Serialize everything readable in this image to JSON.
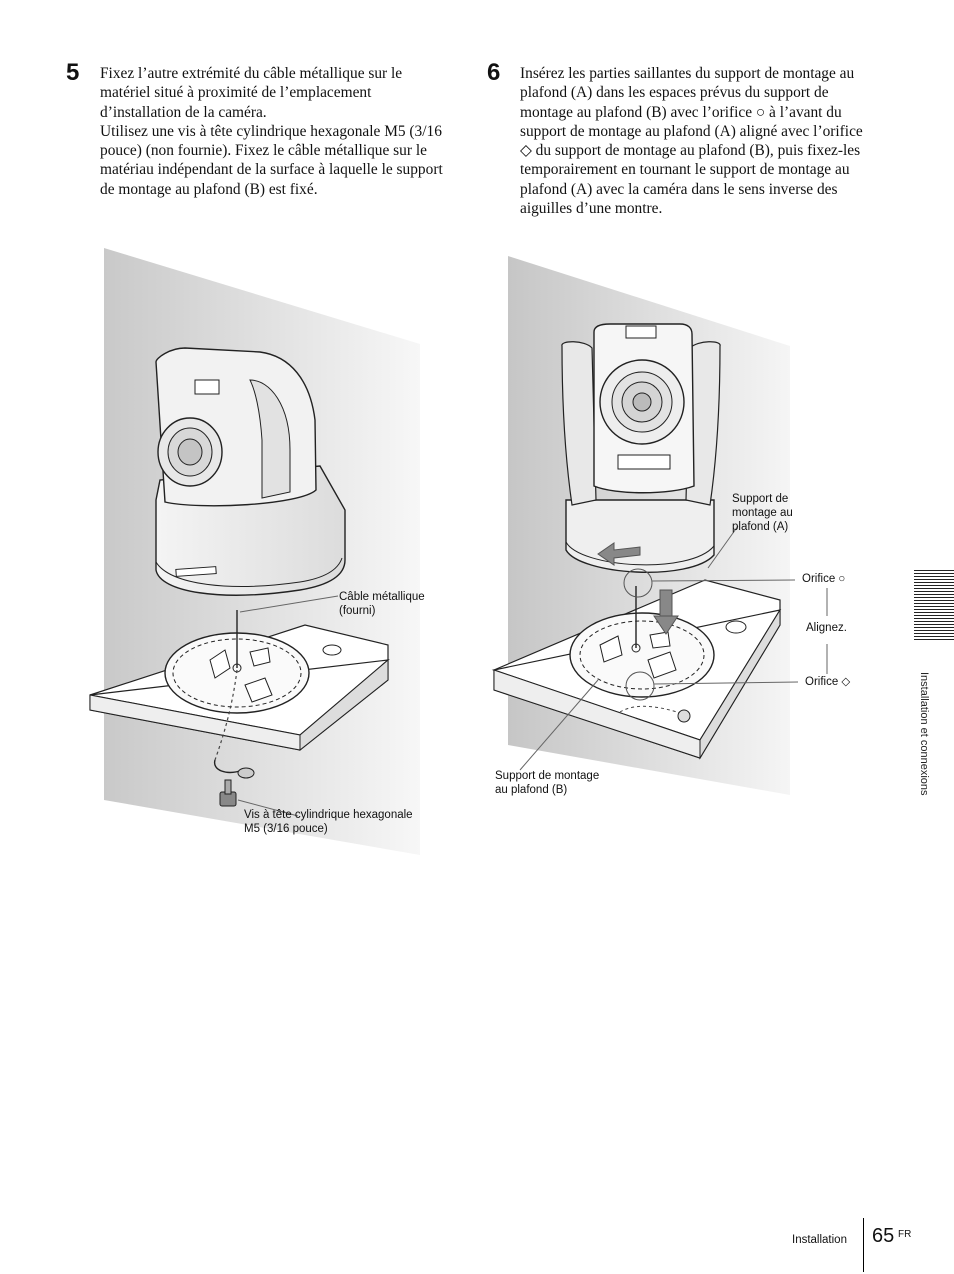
{
  "step5": {
    "number": "5",
    "paragraph1": "Fixez l’autre extrémité du câble métallique sur le matériel situé à proximité de l’emplacement d’installation de la caméra.",
    "paragraph2": "Utilisez une vis à tête cylindrique hexagonale M5 (3/16 pouce) (non fournie). Fixez le câble métallique sur le matériau indépendant de la surface à laquelle le support de montage au plafond (B) est fixé.",
    "labels": {
      "cable_line1": "Câble métallique",
      "cable_line2": "(fourni)",
      "screw_line1": "Vis à tête cylindrique hexagonale",
      "screw_line2": "M5 (3/16 pouce)"
    }
  },
  "step6": {
    "number": "6",
    "paragraph": "Insérez les parties saillantes du support de montage au plafond (A) dans les espaces prévus du support de montage au plafond (B) avec l’orifice ○ à l’avant du support de montage au plafond (A) aligné avec l’orifice ◇ du support de montage au plafond (B), puis fixez-les temporairement en tournant le support de montage au plafond (A) avec la caméra dans le sens inverse des aiguilles d’une montre.",
    "labels": {
      "bracket_a_line1": "Support de",
      "bracket_a_line2": "montage au",
      "bracket_a_line3": "plafond (A)",
      "orifice_circle": "Orifice ○",
      "align": "Alignez.",
      "orifice_diamond": "Orifice ◇",
      "bracket_b_line1": "Support de montage",
      "bracket_b_line2": "au plafond (B)"
    }
  },
  "sidebar": {
    "section": "Installation et connexions"
  },
  "footer": {
    "section": "Installation",
    "page": "65",
    "lang": "FR"
  }
}
